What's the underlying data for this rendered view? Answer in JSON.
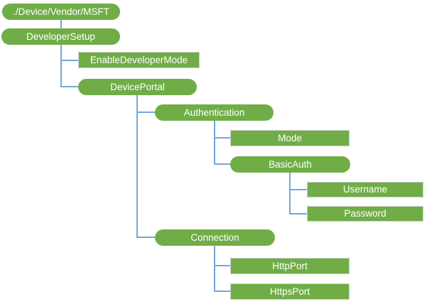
{
  "diagram": {
    "type": "tree",
    "nodes": [
      {
        "id": "root",
        "label": "./Device/Vendor/MSFT",
        "shape": "rounded",
        "parent": null
      },
      {
        "id": "developer-setup",
        "label": "DeveloperSetup",
        "shape": "rounded",
        "parent": "root"
      },
      {
        "id": "enable-developer-mode",
        "label": "EnableDeveloperMode",
        "shape": "rectangle",
        "parent": "developer-setup"
      },
      {
        "id": "device-portal",
        "label": "DevicePortal",
        "shape": "rounded",
        "parent": "developer-setup"
      },
      {
        "id": "authentication",
        "label": "Authentication",
        "shape": "rounded",
        "parent": "device-portal"
      },
      {
        "id": "mode",
        "label": "Mode",
        "shape": "rectangle",
        "parent": "authentication"
      },
      {
        "id": "basic-auth",
        "label": "BasicAuth",
        "shape": "rounded",
        "parent": "authentication"
      },
      {
        "id": "username",
        "label": "Username",
        "shape": "rectangle",
        "parent": "basic-auth"
      },
      {
        "id": "password",
        "label": "Password",
        "shape": "rectangle",
        "parent": "basic-auth"
      },
      {
        "id": "connection",
        "label": "Connection",
        "shape": "rounded",
        "parent": "device-portal"
      },
      {
        "id": "http-port",
        "label": "HttpPort",
        "shape": "rectangle",
        "parent": "connection"
      },
      {
        "id": "https-port",
        "label": "HttpsPort",
        "shape": "rectangle",
        "parent": "connection"
      }
    ],
    "colors": {
      "node_fill": "#70ad47",
      "node_text": "#ffffff",
      "connector": "#74a7db",
      "rect_border": "#cfcfcf",
      "background": "#ffffff"
    }
  }
}
